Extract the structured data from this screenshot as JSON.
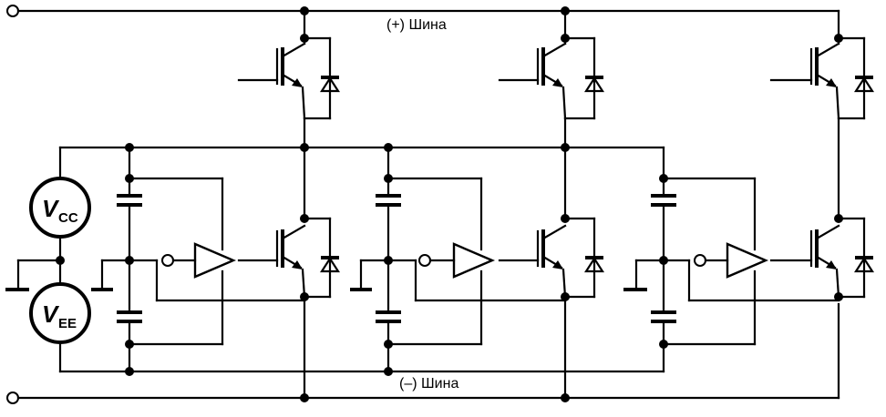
{
  "labels": {
    "plus_bus": "(+) Шина",
    "minus_bus": "(–) Шина"
  },
  "sources": {
    "vcc": {
      "main": "V",
      "sub": "CC"
    },
    "vee": {
      "main": "V",
      "sub": "EE"
    }
  }
}
